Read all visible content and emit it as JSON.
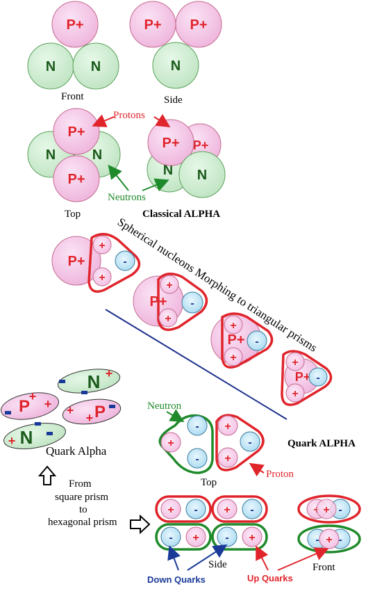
{
  "colors": {
    "proton_fill": "#f6c8ea",
    "proton_stroke": "#c0506a",
    "neutron_fill": "#cfeed2",
    "neutron_stroke": "#4a9a4a",
    "up_quark_fill": "#f8d0ee",
    "down_quark_fill": "#bfe6f6",
    "red": "#e0242c",
    "green": "#1f8a2a",
    "blue": "#1a3a9a",
    "dark_blue_line": "#1b2f8c"
  },
  "symbols": {
    "proton": "P+",
    "neutron": "N",
    "up": "+",
    "down": "-",
    "proton_short": "P",
    "neutron_short": "N"
  },
  "labels": {
    "front": "Front",
    "side_top": "Side",
    "top": "Top",
    "protons": "Protons",
    "neutrons": "Neutrons",
    "classical_alpha": "Classical ALPHA",
    "morph_caption": "Spherical nucleons  Morphing to triangular prisms",
    "neutron": "Neutron",
    "proton": "Proton",
    "quark_alpha_title": "Quark ALPHA",
    "quark_alpha": "Quark Alpha",
    "top_bottom": "Top",
    "from_line1": "From",
    "from_line2": "square prism",
    "from_line3": "to",
    "from_line4": "hexagonal prism",
    "side_bottom": "Side",
    "front_bottom": "Front",
    "down_quarks": "Down Quarks",
    "up_quarks": "Up Quarks"
  }
}
